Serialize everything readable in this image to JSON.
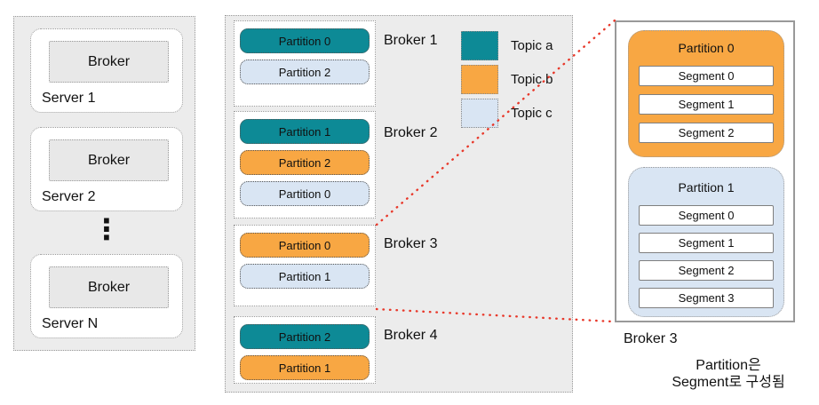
{
  "cluster_panel": {
    "ellipsis": "⋮",
    "servers": [
      {
        "broker": "Broker",
        "name": "Server 1"
      },
      {
        "broker": "Broker",
        "name": "Server 2"
      },
      {
        "broker": "Broker",
        "name": "Server N"
      }
    ]
  },
  "brokers_panel": {
    "groups": [
      {
        "label": "Broker 1",
        "partitions": [
          {
            "text": "Partition 0",
            "topic": "a"
          },
          {
            "text": "Partition 2",
            "topic": "c"
          }
        ]
      },
      {
        "label": "Broker 2",
        "partitions": [
          {
            "text": "Partition 1",
            "topic": "a"
          },
          {
            "text": "Partition 2",
            "topic": "b"
          },
          {
            "text": "Partition 0",
            "topic": "c"
          }
        ]
      },
      {
        "label": "Broker 3",
        "partitions": [
          {
            "text": "Partition 0",
            "topic": "b"
          },
          {
            "text": "Partition 1",
            "topic": "c"
          }
        ]
      },
      {
        "label": "Broker 4",
        "partitions": [
          {
            "text": "Partition 2",
            "topic": "a"
          },
          {
            "text": "Partition 1",
            "topic": "b"
          }
        ]
      }
    ]
  },
  "legend": [
    {
      "label": "Topic a",
      "color": "#0D8A96"
    },
    {
      "label": "Topic b",
      "color": "#F8A743"
    },
    {
      "label": "Topic c",
      "color": "#D9E5F3"
    }
  ],
  "detail": {
    "partitions": [
      {
        "label": "Partition 0",
        "topic": "b",
        "segments": [
          "Segment 0",
          "Segment 1",
          "Segment 2"
        ]
      },
      {
        "label": "Partition 1",
        "topic": "c",
        "segments": [
          "Segment 0",
          "Segment 1",
          "Segment 2",
          "Segment 3"
        ]
      }
    ],
    "caption": "Broker 3",
    "note_line1": "Partition은",
    "note_line2": "Segment로 구성됨"
  },
  "colors": {
    "topic_a": "#0D8A96",
    "topic_b": "#F8A743",
    "topic_c": "#D9E5F3",
    "panel_bg": "#ECECEC",
    "connector_red": "#E8382A"
  }
}
